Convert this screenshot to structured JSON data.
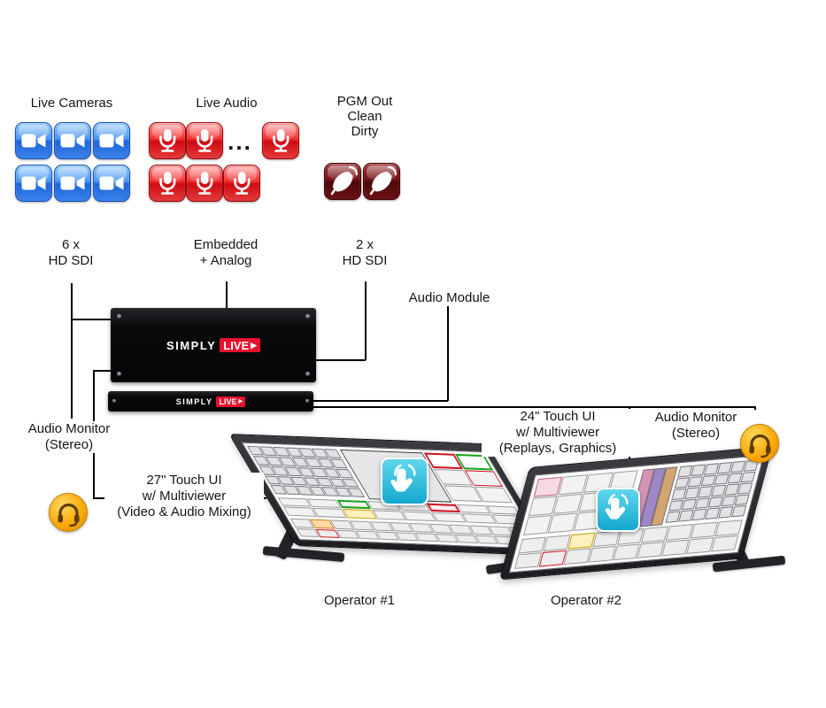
{
  "sources": {
    "cameras_label": "Live Cameras",
    "audio_label": "Live Audio",
    "audio_ellipsis": "...",
    "pgm_label": [
      "PGM Out",
      "Clean",
      "Dirty"
    ]
  },
  "feeds": {
    "cameras": [
      "6 x",
      "HD SDI"
    ],
    "audio": [
      "Embedded",
      "+ Analog"
    ],
    "pgm": [
      "2 x",
      "HD SDI"
    ]
  },
  "rack": {
    "brand_simply": "SIMPLY",
    "brand_live": "LIVE",
    "brand_play": "▶",
    "audio_module_label": "Audio Module"
  },
  "stations": {
    "left_touch_label": [
      "27\" Touch UI",
      "w/ Multiviewer",
      "(Video & Audio Mixing)"
    ],
    "right_touch_label": [
      "24\" Touch UI",
      "w/ Multiviewer",
      "(Replays, Graphics)"
    ],
    "audio_monitor_left": [
      "Audio Monitor",
      "(Stereo)"
    ],
    "audio_monitor_right": [
      "Audio Monitor",
      "(Stereo)"
    ],
    "operator_1": "Operator #1",
    "operator_2": "Operator #2"
  },
  "colors": {
    "camera_icon_blue": "#2f7ae8",
    "mic_icon_red": "#e01020",
    "pgm_icon_maroon": "#6b0d12",
    "headset_icon_orange": "#f5a200",
    "touch_icon_cyan": "#18b4d8",
    "brand_red": "#e8112d"
  }
}
